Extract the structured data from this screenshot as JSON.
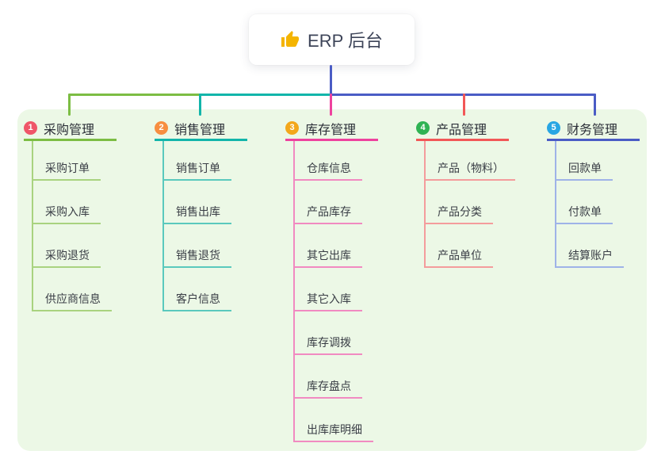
{
  "root": {
    "label": "ERP 后台",
    "icon": "thumbs-up",
    "connector_color": "#4a5cc5"
  },
  "canvas": {
    "background": "#ffffff",
    "panel_bg": "#ecf8e6"
  },
  "branches": [
    {
      "num": "1",
      "label": "采购管理",
      "badge_color": "#ef5669",
      "line_color": "#7cbd43",
      "child_line_color": "#a9d37f",
      "items": [
        "采购订单",
        "采购入库",
        "采购退货",
        "供应商信息"
      ]
    },
    {
      "num": "2",
      "label": "销售管理",
      "badge_color": "#f78e40",
      "line_color": "#12b5aa",
      "child_line_color": "#5ac9bd",
      "items": [
        "销售订单",
        "销售出库",
        "销售退货",
        "客户信息"
      ]
    },
    {
      "num": "3",
      "label": "库存管理",
      "badge_color": "#f3a71b",
      "line_color": "#ee429e",
      "child_line_color": "#f18ac1",
      "items": [
        "仓库信息",
        "产品库存",
        "其它出库",
        "其它入库",
        "库存调拨",
        "库存盘点",
        "出库库明细"
      ]
    },
    {
      "num": "4",
      "label": "产品管理",
      "badge_color": "#2fb353",
      "line_color": "#f25757",
      "child_line_color": "#f49c9c",
      "items": [
        "产品（物料）",
        "产品分类",
        "产品单位"
      ]
    },
    {
      "num": "5",
      "label": "财务管理",
      "badge_color": "#28a6e3",
      "line_color": "#4a5cc5",
      "child_line_color": "#9fb3e8",
      "items": [
        "回款单",
        "付款单",
        "结算账户"
      ]
    }
  ]
}
